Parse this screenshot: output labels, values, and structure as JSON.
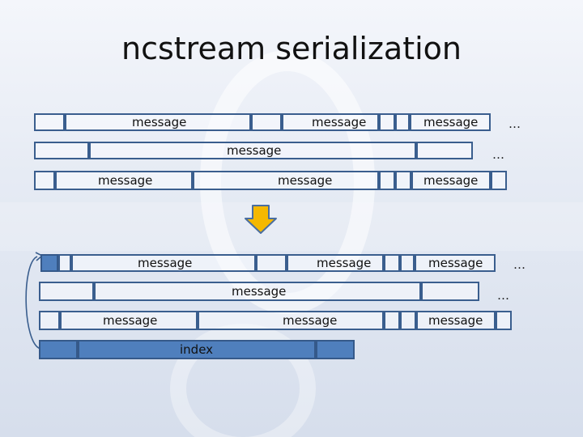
{
  "title": "ncstream serialization",
  "labels": {
    "message": "message",
    "index": "index",
    "ellipsis": "…"
  },
  "colors": {
    "box_border": "#3a5e8e",
    "index_fill": "#4f7fbd",
    "arrow_fill": "#f5b800",
    "arrow_border": "#4a6ea0"
  }
}
